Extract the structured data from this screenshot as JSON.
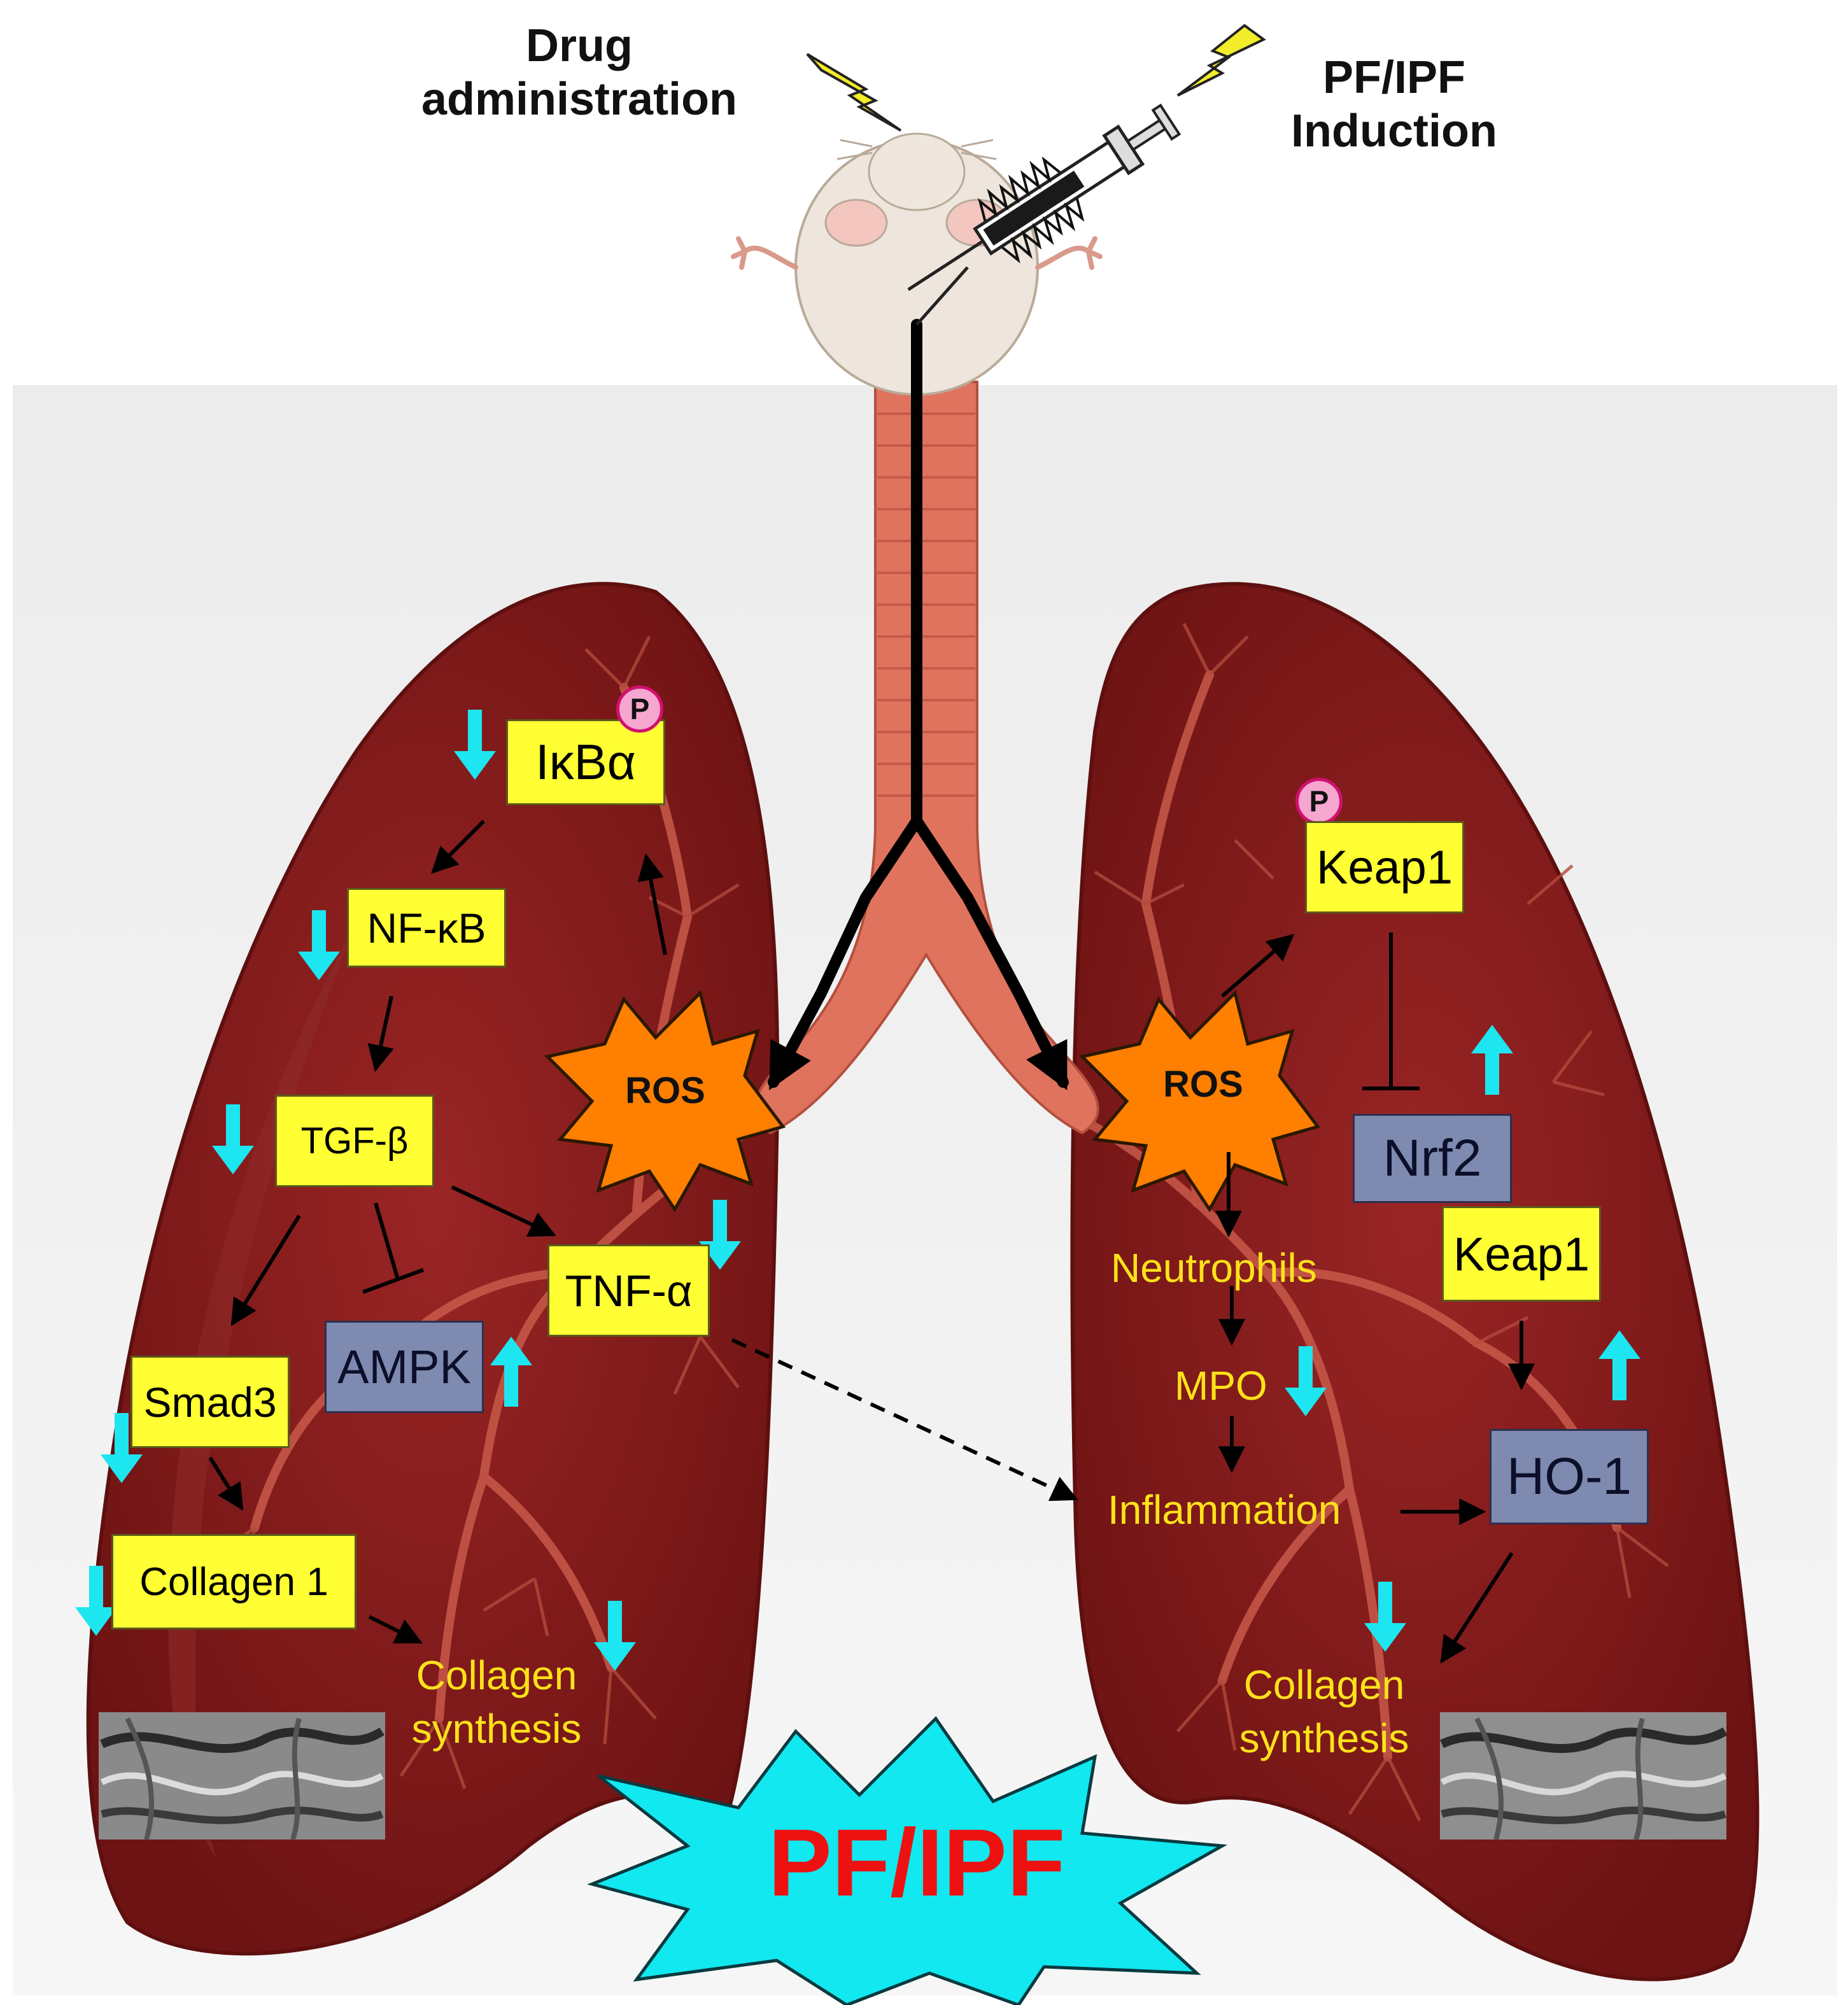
{
  "header": {
    "left_line1": "Drug",
    "left_line2": "administration",
    "right_line1": "PF/IPF",
    "right_line2": "Induction"
  },
  "left_lung": {
    "ikba": "IκBα",
    "nfkb": "NF-κB",
    "tgfb": "TGF-β",
    "tnfa": "TNF-α",
    "ampk": "AMPK",
    "smad3": "Smad3",
    "collagen1": "Collagen 1",
    "ros": "ROS",
    "collagen_line1": "Collagen",
    "collagen_line2": "synthesis",
    "p_badge": "P"
  },
  "right_lung": {
    "keap1_top": "Keap1",
    "nrf2": "Nrf2",
    "keap1": "Keap1",
    "ho1": "HO-1",
    "ros": "ROS",
    "neutrophils": "Neutrophils",
    "mpo": "MPO",
    "inflammation": "Inflammation",
    "collagen_line1": "Collagen",
    "collagen_line2": "synthesis",
    "p_badge": "P"
  },
  "outcome": "PF/IPF",
  "colors": {
    "lung": "#7c1717",
    "lung_inner": "#8e2020",
    "trachea": "#e0735e",
    "yellow_box": "#ffff33",
    "gray_box": "#7f8ab0",
    "ros_burst": "#ff7f00",
    "outcome_burst": "#11e8f0",
    "outcome_text": "#ee1111",
    "arrow_cyan": "#1de6f0",
    "label_yellow": "#ffe21a",
    "phospho_badge": "#f6a7cf"
  },
  "icons": [
    "mouse-icon",
    "syringe-icon",
    "lightning-icon",
    "up-arrow-icon",
    "down-arrow-icon",
    "phospho-badge-icon"
  ]
}
